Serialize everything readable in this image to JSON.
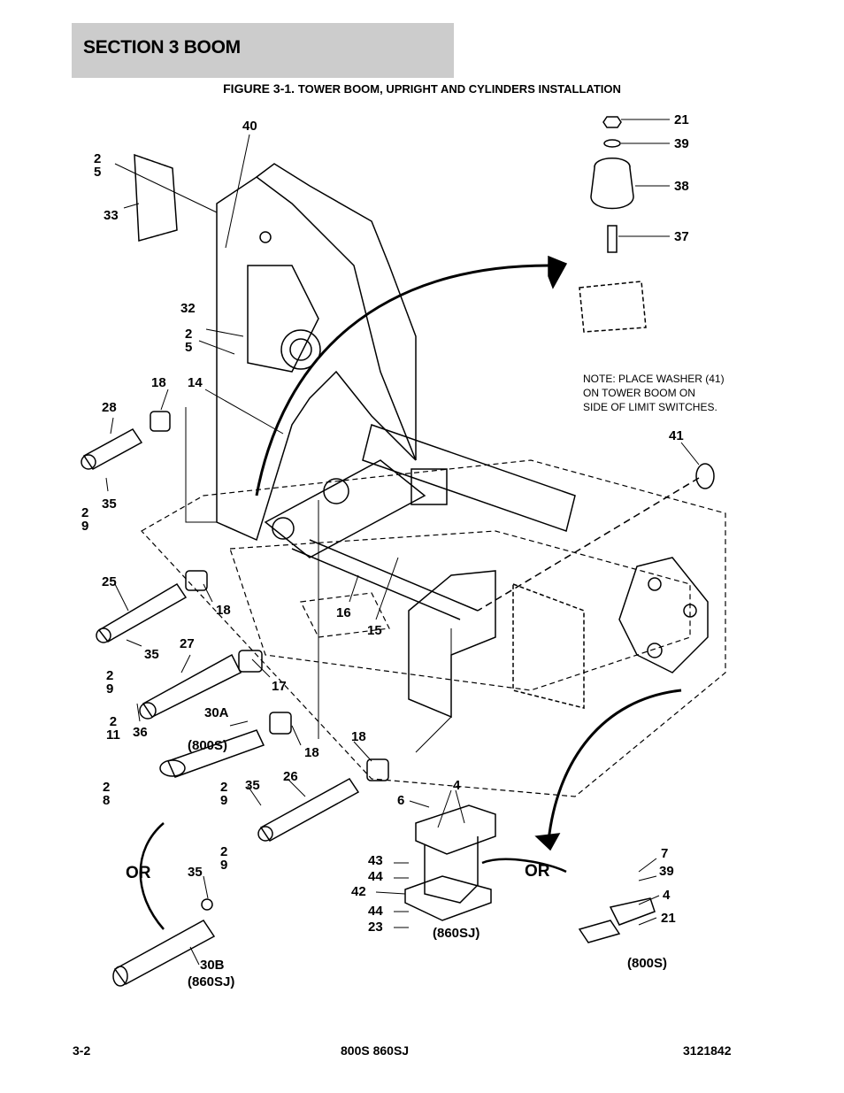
{
  "header": {
    "section_title": "SECTION 3   BOOM"
  },
  "figure": {
    "number": "FIGURE 3-1.",
    "title": "TOWER BOOM, UPRIGHT AND CYLINDERS INSTALLATION"
  },
  "note": "NOTE: PLACE WASHER (41)\nON TOWER BOOM ON\nSIDE OF LIMIT SWITCHES.",
  "callouts": [
    "40",
    "2\n5",
    "33",
    "21",
    "39",
    "38",
    "37",
    "32",
    "2\n5",
    "18",
    "14",
    "28",
    "41",
    "35",
    "2\n9",
    "25",
    "18",
    "16",
    "15",
    "35",
    "27",
    "2\n9",
    "17",
    "36",
    "2\n11",
    "30A",
    "(800S)",
    "18",
    "18",
    "2\n8",
    "35",
    "2\n9",
    "26",
    "4",
    "6",
    "35",
    "2\n9",
    "43",
    "44",
    "42",
    "44",
    "23",
    "(860SJ)",
    "7",
    "39",
    "4",
    "21",
    "(800S)",
    "30B",
    "(860SJ)"
  ],
  "or_labels": [
    "OR",
    "OR"
  ],
  "footer": {
    "page": "3-2",
    "models": "800S 860SJ",
    "doc_number": "3121842"
  }
}
